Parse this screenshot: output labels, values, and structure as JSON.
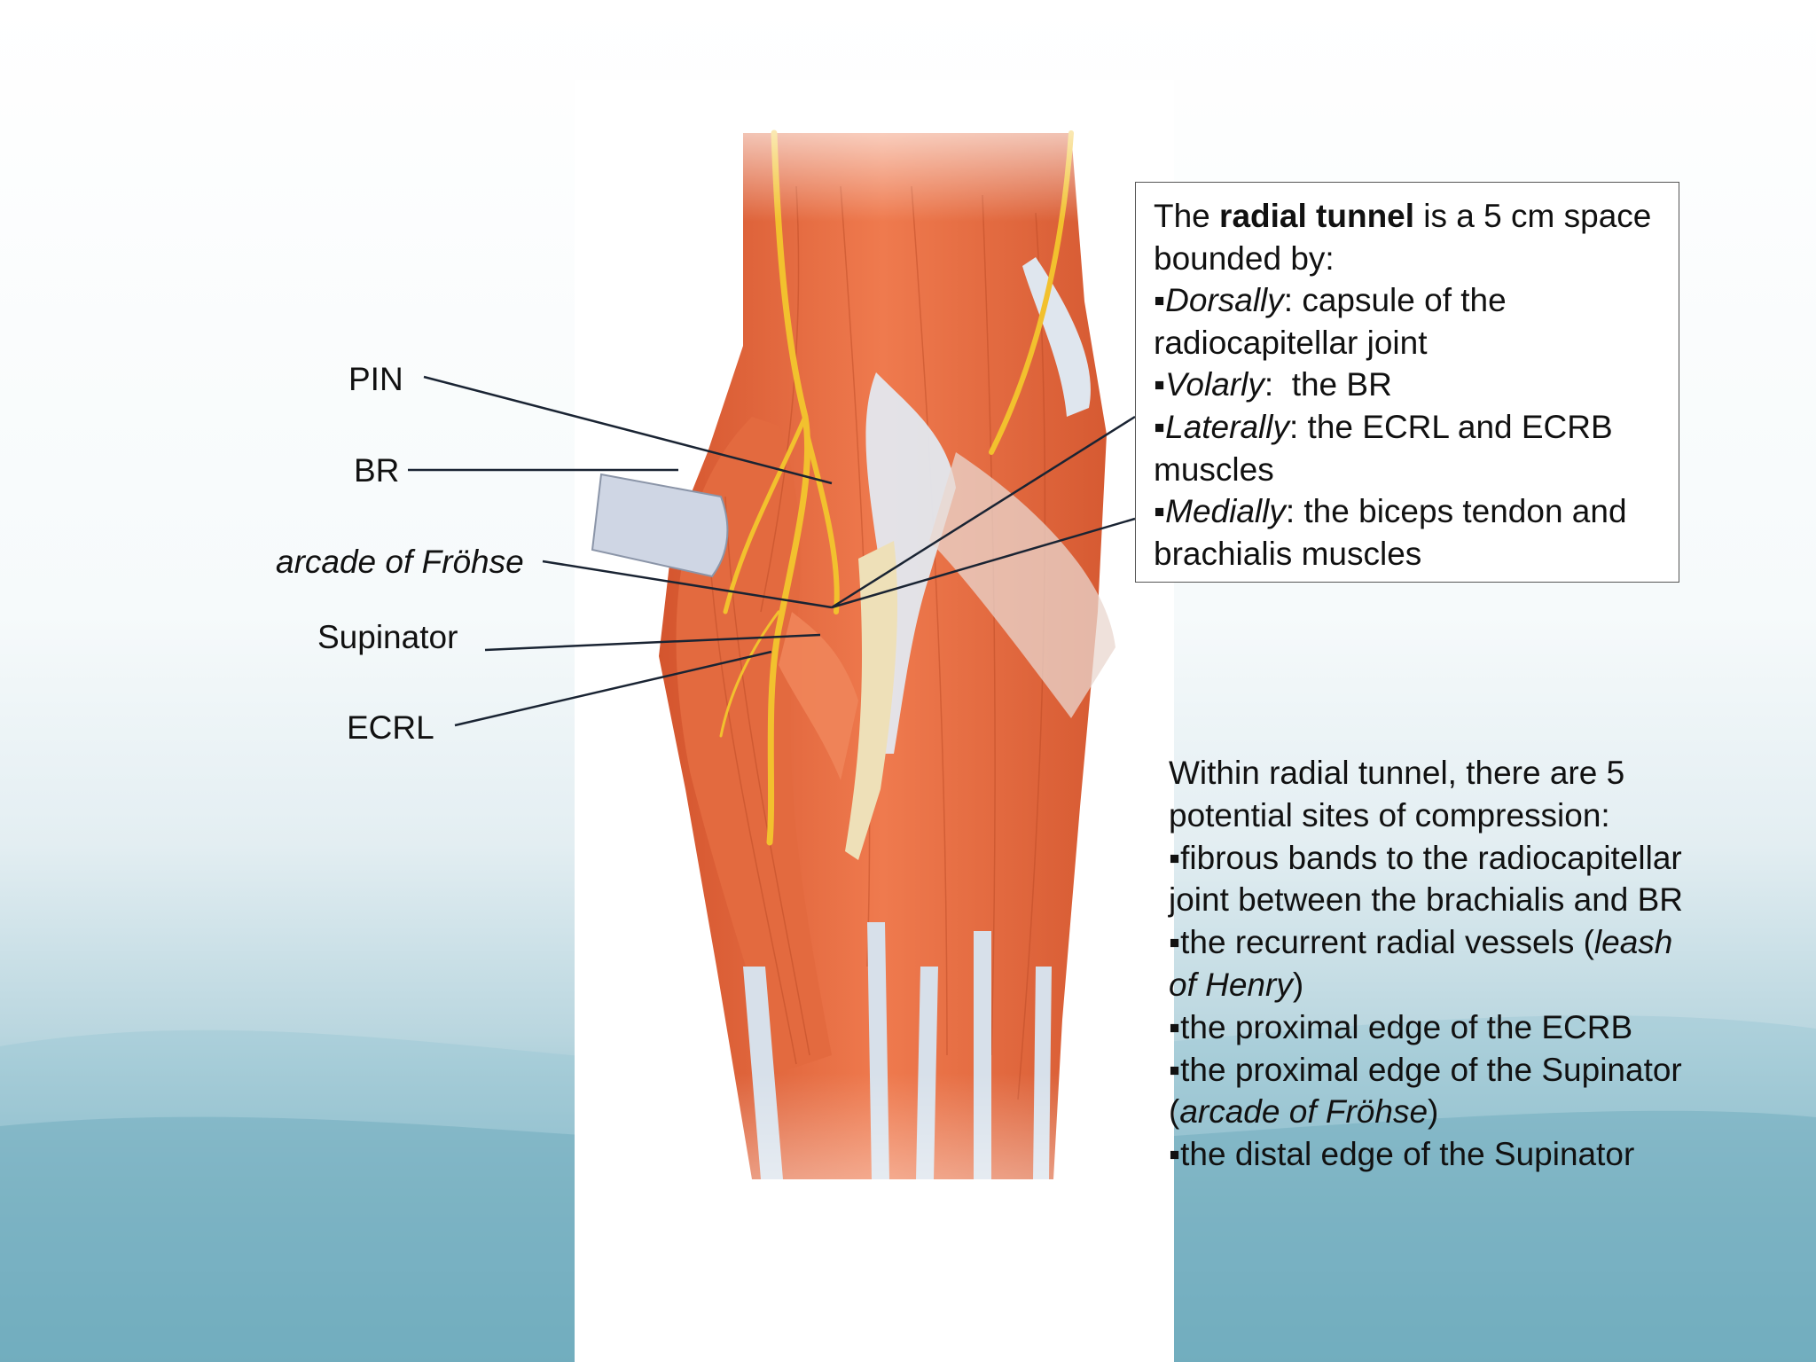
{
  "labels": {
    "pin": "PIN",
    "br": "BR",
    "arcade": "arcade of Fröhse",
    "supinator": "Supinator",
    "ecrl": "ECRL"
  },
  "callout": {
    "intro_pre": "The ",
    "intro_bold": "radial tunnel",
    "intro_post": " is a 5 cm space bounded by:",
    "items": [
      {
        "bullet": "▪",
        "term": "Dorsally",
        "text": ": capsule of the radiocapitellar joint"
      },
      {
        "bullet": "▪",
        "term": "Volarly",
        "text": ":  the BR"
      },
      {
        "bullet": "▪",
        "term": "Laterally",
        "text": ": the ECRL and  ECRB muscles"
      },
      {
        "bullet": "▪",
        "term": "Medially",
        "text": ": the biceps tendon and brachialis muscles"
      }
    ]
  },
  "sites": {
    "intro": "Within radial tunnel, there are 5 potential sites of compression:",
    "item1": "▪fibrous bands to the radiocapitellar joint between the brachialis and BR",
    "item2_pre": "▪the recurrent radial vessels (",
    "item2_italic": "leash of Henry",
    "item2_post": ")",
    "item3": "▪the proximal edge of the ECRB",
    "item4_pre": "▪the proximal edge of the Supinator (",
    "item4_italic": "arcade of Fröhse",
    "item4_post": ")",
    "item5": "▪the distal edge of the Supinator"
  },
  "colors": {
    "muscle": "#e8683f",
    "muscle_dark": "#c9502c",
    "tendon": "#d9e2ec",
    "nerve": "#f2c12e",
    "bone": "#eee0b8",
    "leader": "#1a2433"
  }
}
